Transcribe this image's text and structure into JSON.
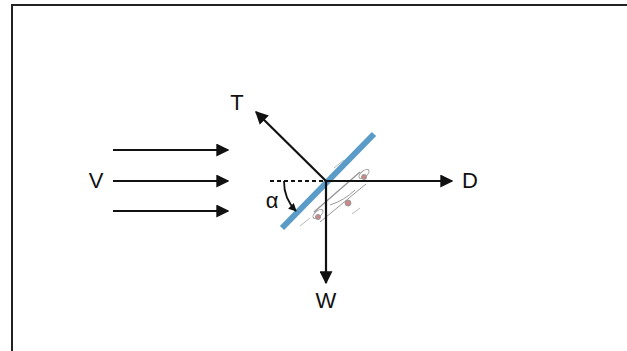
{
  "diagram": {
    "labels": [
      "V",
      "T",
      "D",
      "W",
      "α"
    ]
  }
}
